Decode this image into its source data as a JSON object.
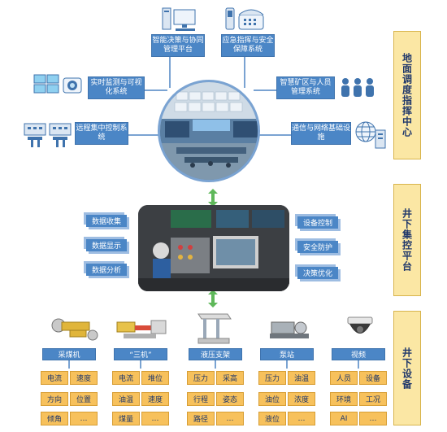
{
  "side_labels": {
    "surface": "地面调度指挥中心",
    "underground": "井下集控平台",
    "devices": "井下设备"
  },
  "surface_systems": {
    "decision": "智能决策与协同管理平台",
    "emergency": "应急指挥与安全保障系统",
    "monitoring": "实时监测与可视化系统",
    "personnel": "智慧矿区与人员管理系统",
    "remote": "远程集中控制系统",
    "network": "通信与网络基础设施"
  },
  "platform_functions": {
    "left": [
      "数据收集",
      "数据显示",
      "数据分析"
    ],
    "right": [
      "设备控制",
      "安全防护",
      "决策优化"
    ]
  },
  "device_groups": [
    {
      "name": "采煤机",
      "items": [
        "电流",
        "速度",
        "方向",
        "位置",
        "倾角",
        "…"
      ]
    },
    {
      "name": "“三机”",
      "items": [
        "电流",
        "堆位",
        "油温",
        "速度",
        "煤量",
        "…"
      ]
    },
    {
      "name": "液压支架",
      "items": [
        "压力",
        "采高",
        "行程",
        "姿态",
        "路径",
        "…"
      ]
    },
    {
      "name": "泵站",
      "items": [
        "压力",
        "油温",
        "油位",
        "浓度",
        "液位",
        "…"
      ]
    },
    {
      "name": "视频",
      "items": [
        "人员",
        "设备",
        "环境",
        "工况",
        "AI",
        "…"
      ]
    }
  ]
}
